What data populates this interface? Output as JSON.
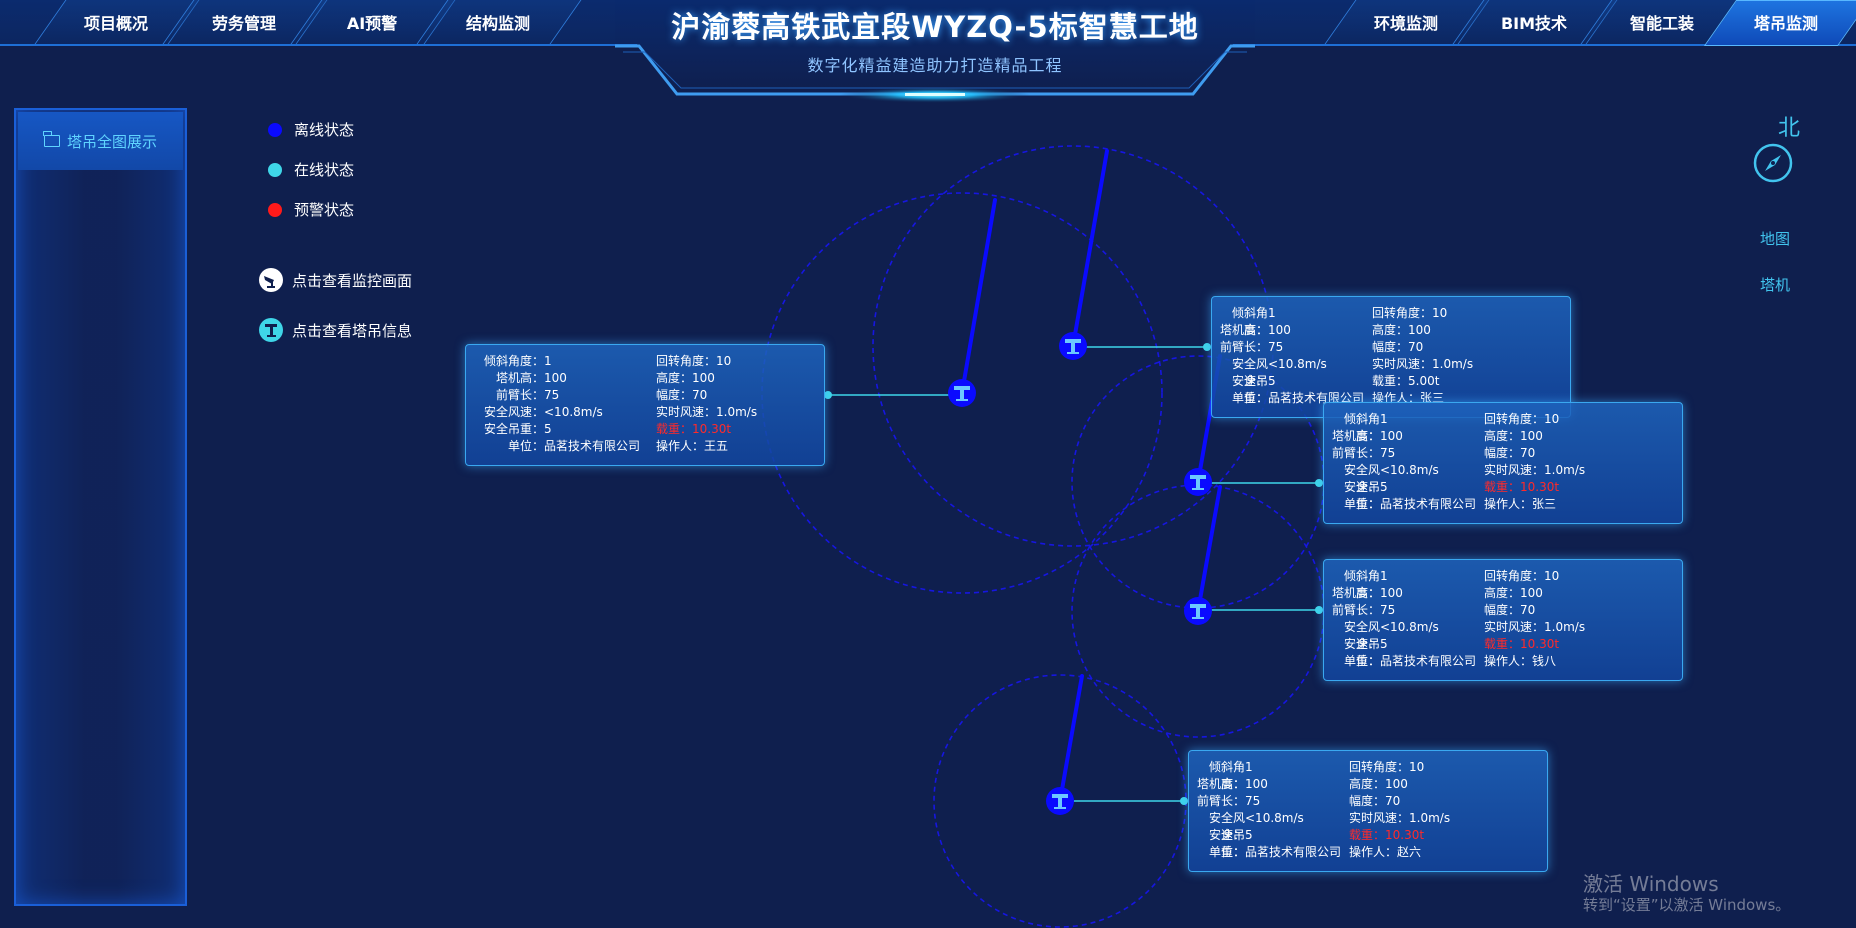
{
  "header": {
    "title": "沪渝蓉高铁武宜段WYZQ-5标智慧工地",
    "subtitle": "数字化精益建造助力打造精品工程",
    "nav_left": [
      "项目概况",
      "劳务管理",
      "AI预警",
      "结构监测"
    ],
    "nav_right": [
      "环境监测",
      "BIM技术",
      "智能工装",
      "塔吊监测"
    ],
    "active_tab": "塔吊监测"
  },
  "sidebar": {
    "items": [
      {
        "label": "塔吊全图展示",
        "icon": "folder-icon"
      }
    ]
  },
  "legend": {
    "offline": {
      "label": "离线状态",
      "color": "#0a0aff"
    },
    "online": {
      "label": "在线状态",
      "color": "#3fd6e8"
    },
    "warning": {
      "label": "预警状态",
      "color": "#ff1a1a"
    }
  },
  "actions": {
    "monitor": {
      "label": "点击查看监控画面",
      "icon": "camera-icon"
    },
    "crane_info": {
      "label": "点击查看塔吊信息",
      "icon": "tower-crane-icon"
    }
  },
  "right_panel": {
    "north": "北",
    "compass_icon": "compass-icon",
    "map_link": "地图",
    "crane_link": "塔机"
  },
  "labels": {
    "tilt": "倾斜角度：",
    "rotation": "回转角度：",
    "tower_height": "塔机高：",
    "height": "高度：",
    "front_arm": "前臂长：",
    "amplitude": "幅度：",
    "safe_wind": "安全风速：",
    "real_wind": "实时风速：",
    "safe_load": "安全吊重：",
    "load": "载重：",
    "unit": "单位：",
    "operator": "操作人："
  },
  "cranes": [
    {
      "tilt": "1",
      "rotation": "10",
      "tower_height": "100",
      "height": "100",
      "front_arm": "75",
      "amplitude": "70",
      "safe_wind": "<10.8m/s",
      "real_wind": "1.0m/s",
      "safe_load": "5",
      "load": "10.30t",
      "load_warning": true,
      "unit": "品茗技术有限公司",
      "operator": "王五"
    },
    {
      "tilt": "1",
      "rotation": "10",
      "tower_height": "100",
      "height": "100",
      "front_arm": "75",
      "amplitude": "70",
      "safe_wind": "<10.8m/s",
      "real_wind": "1.0m/s",
      "safe_load": "5",
      "load": "5.00t",
      "load_warning": false,
      "unit": "品茗技术有限公司",
      "operator": "张三"
    },
    {
      "tilt": "1",
      "rotation": "10",
      "tower_height": "100",
      "height": "100",
      "front_arm": "75",
      "amplitude": "70",
      "safe_wind": "<10.8m/s",
      "real_wind": "1.0m/s",
      "safe_load": "5",
      "load": "10.30t",
      "load_warning": true,
      "unit": "品茗技术有限公司",
      "operator": "张三"
    },
    {
      "tilt": "1",
      "rotation": "10",
      "tower_height": "100",
      "height": "100",
      "front_arm": "75",
      "amplitude": "70",
      "safe_wind": "<10.8m/s",
      "real_wind": "1.0m/s",
      "safe_load": "5",
      "load": "10.30t",
      "load_warning": true,
      "unit": "品茗技术有限公司",
      "operator": "钱八"
    },
    {
      "tilt": "1",
      "rotation": "10",
      "tower_height": "100",
      "height": "100",
      "front_arm": "75",
      "amplitude": "70",
      "safe_wind": "<10.8m/s",
      "real_wind": "1.0m/s",
      "safe_load": "5",
      "load": "10.30t",
      "load_warning": true,
      "unit": "品茗技术有限公司",
      "operator": "赵六"
    }
  ],
  "watermark": {
    "line1": "激活 Windows",
    "line2": "转到“设置”以激活 Windows。"
  }
}
